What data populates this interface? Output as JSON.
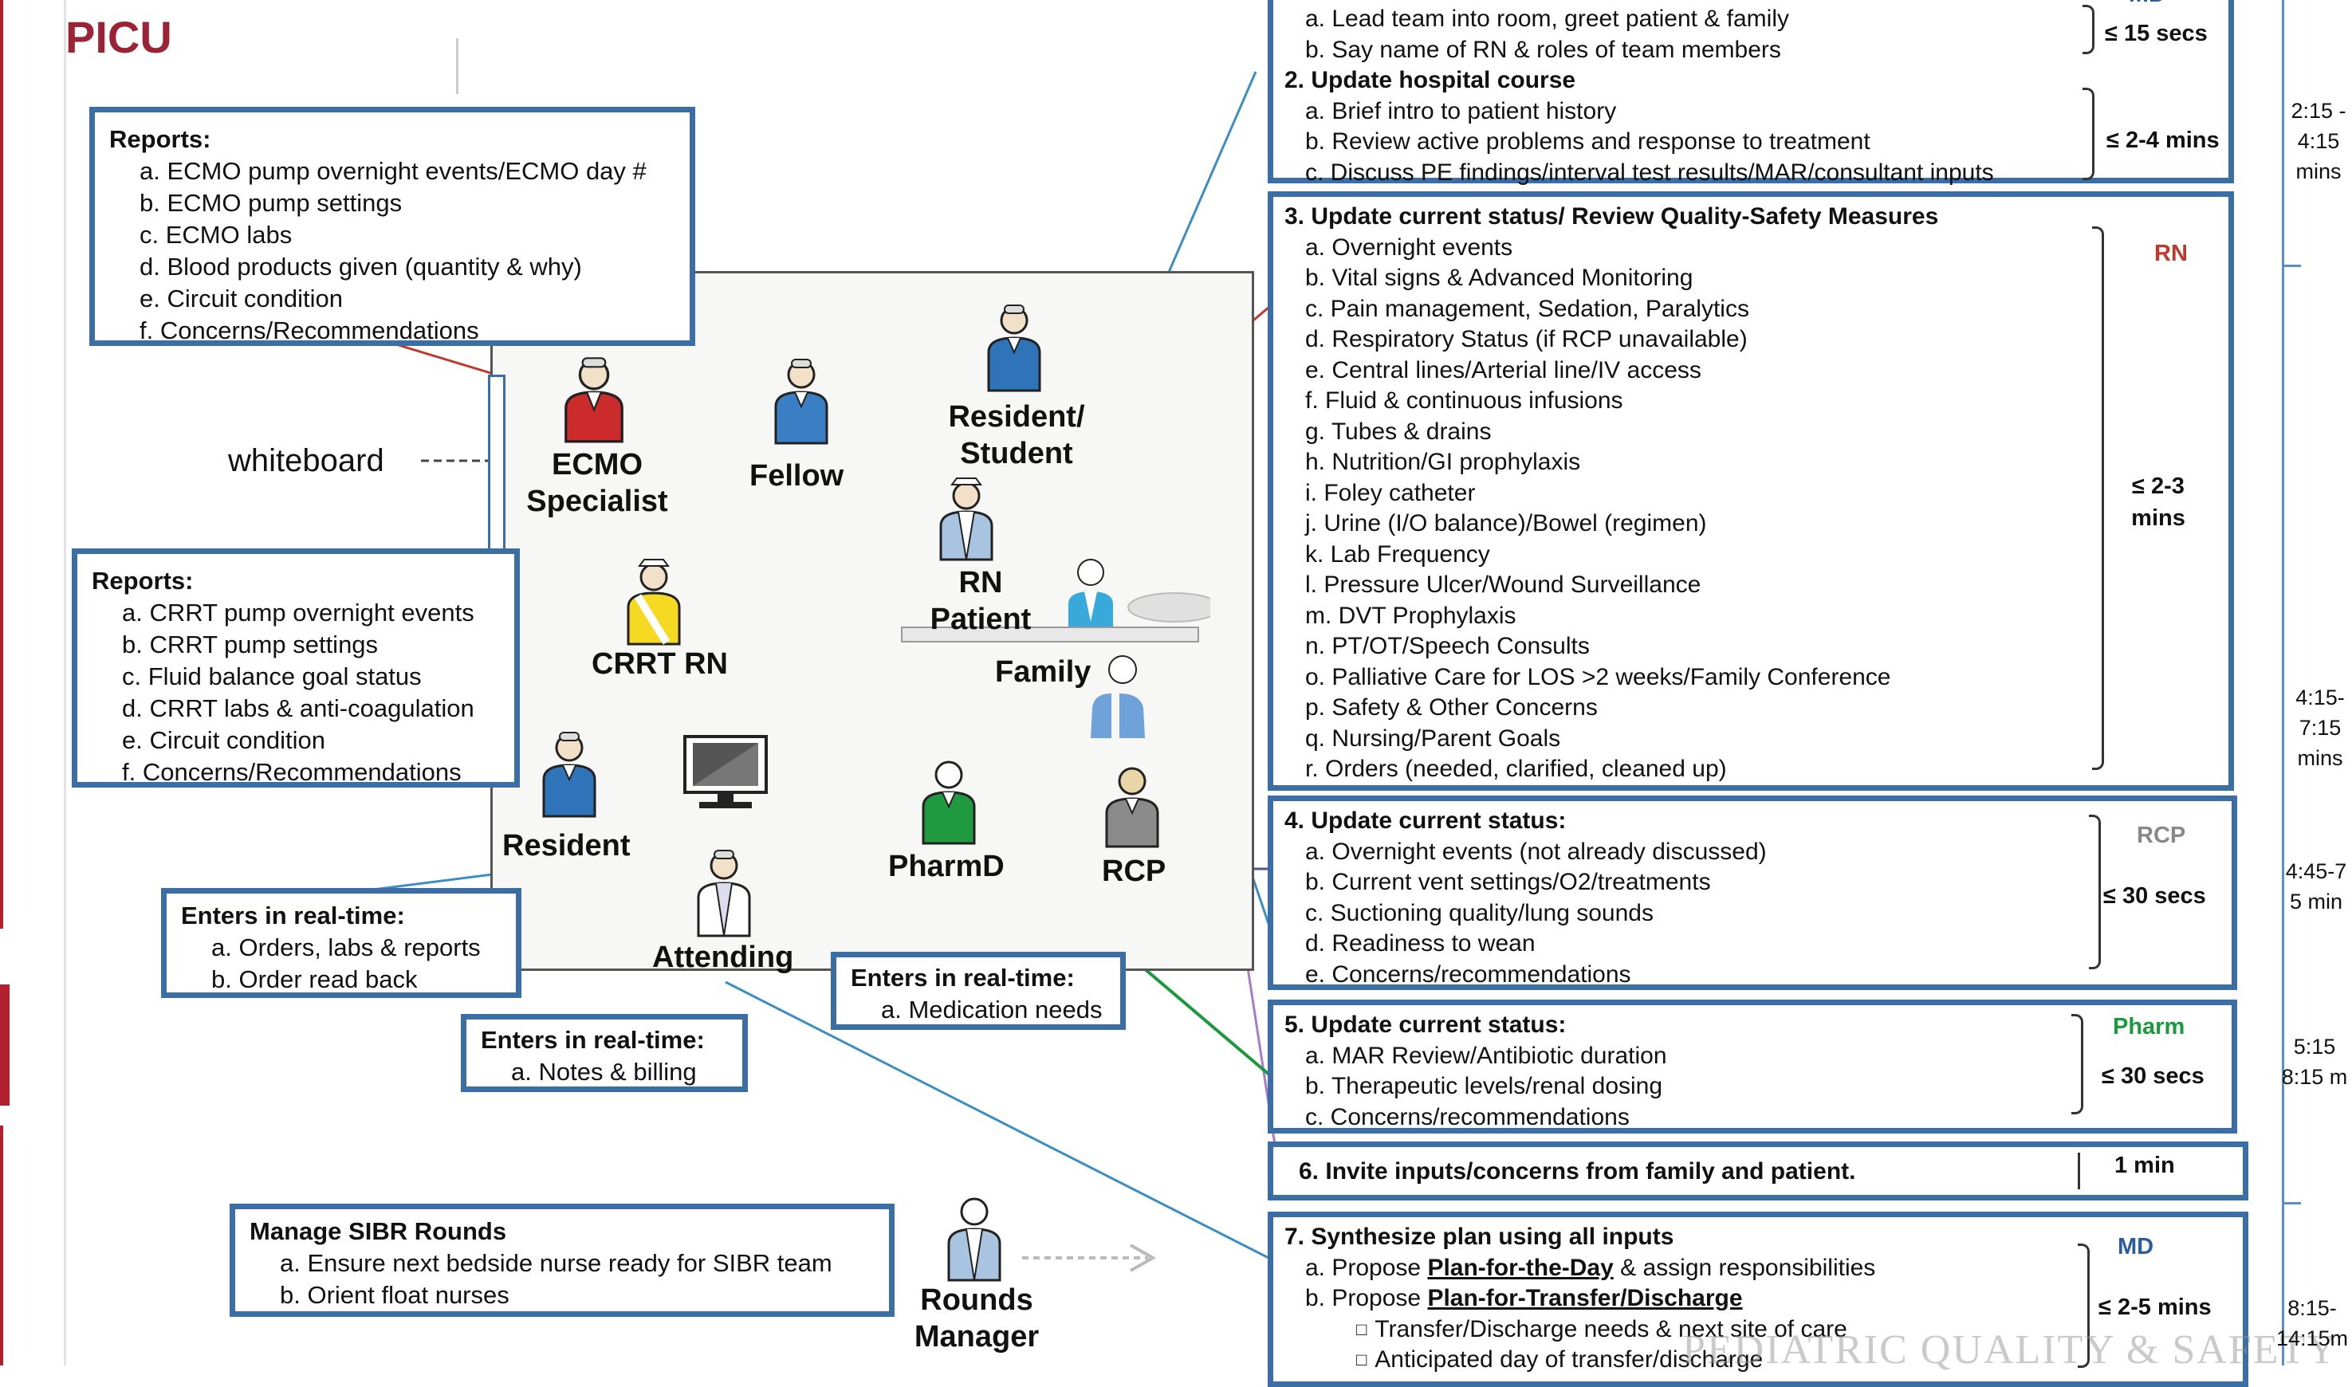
{
  "picu_title": "PICU",
  "whiteboard_label": "whiteboard",
  "ecmo_reports": {
    "title": "Reports:",
    "items": [
      "a. ECMO pump overnight events/ECMO day #",
      "b. ECMO pump settings",
      "c. ECMO labs",
      "d. Blood products given (quantity & why)",
      "e. Circuit condition",
      "f. Concerns/Recommendations"
    ]
  },
  "crrt_reports": {
    "title": "Reports:",
    "items": [
      "a. CRRT pump overnight events",
      "b. CRRT pump settings",
      "c. Fluid balance goal status",
      "d. CRRT labs & anti-coagulation",
      "e. Circuit condition",
      "f. Concerns/Recommendations"
    ]
  },
  "resident_enters": {
    "title": "Enters in real-time:",
    "items": [
      "a. Orders, labs & reports",
      "b. Order read back"
    ]
  },
  "attending_enters": {
    "title": "Enters in real-time:",
    "items": [
      "a. Notes & billing"
    ]
  },
  "pharmd_enters": {
    "title": "Enters in real-time:",
    "items": [
      "a. Medication needs"
    ]
  },
  "rounds_box": {
    "title": "Manage SIBR Rounds",
    "items": [
      "a. Ensure next bedside nurse ready for SIBR team",
      "b. Orient float nurses"
    ]
  },
  "roles": {
    "ecmo": "ECMO Specialist",
    "fellow": "Fellow",
    "resident_student": "Resident/ Student",
    "rn_patient": "RN Patient",
    "crrt": "CRRT RN",
    "family": "Family",
    "resident": "Resident",
    "pharmd": "PharmD",
    "rcp": "RCP",
    "attending": "Attending",
    "rounds_manager": "Rounds Manager"
  },
  "steps": {
    "s1": {
      "items": [
        "a. Lead team into room, greet patient & family",
        "b. Say name of RN & roles of team members"
      ],
      "role": "MD",
      "time": "≤ 15 secs"
    },
    "s2": {
      "title": "2. Update hospital course",
      "items": [
        "a. Brief intro to patient history",
        "b. Review active problems and response to treatment",
        "c. Discuss PE findings/interval test results/MAR/consultant inputs"
      ],
      "time": "≤ 2-4 mins"
    },
    "s3": {
      "title": "3. Update current status/ Review Quality-Safety  Measures",
      "items": [
        "a. Overnight events",
        "b. Vital signs & Advanced Monitoring",
        "c. Pain management, Sedation, Paralytics",
        "d. Respiratory Status (if RCP unavailable)",
        "e. Central lines/Arterial line/IV access",
        "f. Fluid & continuous infusions",
        "g.  Tubes & drains",
        "h.  Nutrition/GI prophylaxis",
        "i.  Foley catheter",
        "j.  Urine (I/O balance)/Bowel (regimen)",
        "k. Lab Frequency",
        "l. Pressure Ulcer/Wound Surveillance",
        "m. DVT Prophylaxis",
        "n.  PT/OT/Speech Consults",
        "o. Palliative Care for LOS >2 weeks/Family Conference",
        "p. Safety & Other Concerns",
        "q. Nursing/Parent Goals",
        "r.  Orders (needed, clarified, cleaned up)"
      ],
      "role": "RN",
      "time": "≤ 2-3 mins"
    },
    "s4": {
      "title": "4. Update current status:",
      "items": [
        "a. Overnight events (not already discussed)",
        "b. Current vent settings/O2/treatments",
        "c. Suctioning quality/lung sounds",
        "d. Readiness to wean",
        "e. Concerns/recommendations"
      ],
      "role": "RCP",
      "time": "≤ 30 secs"
    },
    "s5": {
      "title": "5. Update current status:",
      "items": [
        "a. MAR Review/Antibiotic duration",
        "b. Therapeutic levels/renal dosing",
        "c. Concerns/recommendations"
      ],
      "role": "Pharm",
      "time": "≤ 30 secs"
    },
    "s6": {
      "title": "6. Invite inputs/concerns from family and patient.",
      "time": "1 min"
    },
    "s7": {
      "title": "7. Synthesize plan using all inputs",
      "a_pre": "a. Propose ",
      "a_link": "Plan-for-the-Day",
      "a_post": " & assign responsibilities",
      "b_pre": "b. Propose ",
      "b_link": "Plan-for-Transfer/Discharge",
      "subs": [
        "Transfer/Discharge needs & next site of care",
        "Anticipated day of transfer/discharge"
      ],
      "role": "MD",
      "time": "≤ 2-5 mins"
    }
  },
  "timeline": [
    {
      "lines": [
        "2:15 -",
        "4:15",
        "mins"
      ]
    },
    {
      "lines": [
        "4:15-",
        "7:15",
        "mins"
      ]
    },
    {
      "lines": [
        "4:45-7",
        "5 min"
      ]
    },
    {
      "lines": [
        "5:15",
        "8:15 m"
      ]
    },
    {
      "lines": [
        "8:15-",
        "14:15m"
      ]
    }
  ],
  "watermark": "PEDIATRIC QUALITY & SAFETY",
  "colors": {
    "box_border": "#3b6ea5",
    "rn_red": "#c0392b",
    "pharm_green": "#1a9a3c",
    "rcp_gray": "#888888",
    "md_blue": "#2a5d9a",
    "maroon": "#9b2335"
  }
}
